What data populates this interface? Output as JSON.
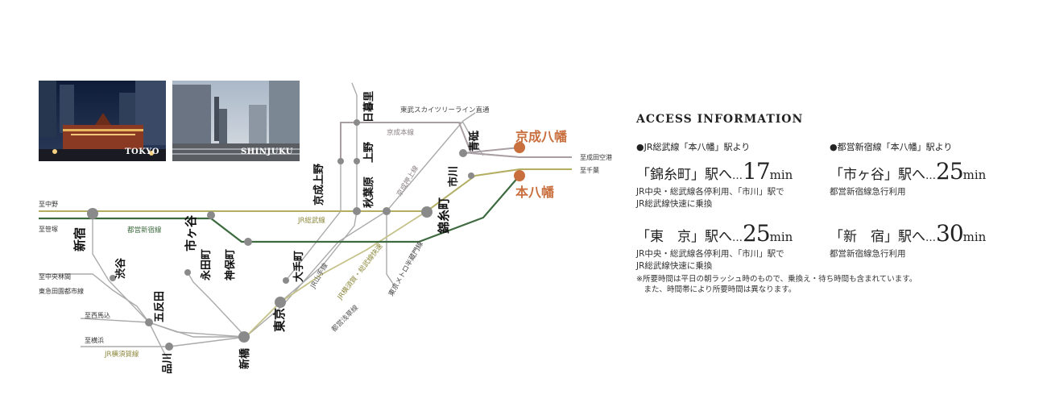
{
  "photos": {
    "tokyo": {
      "label": "TOKYO"
    },
    "shinjuku": {
      "label": "SHINJUKU"
    }
  },
  "stations": {
    "keisei_yawata": "京成八幡",
    "motoyawata": "本八幡",
    "aoto": "青砥",
    "nippori": "日暮里",
    "ueno": "上野",
    "keisei_ueno": "京成上野",
    "akihabara": "秋葉原",
    "ichikawa": "市川",
    "kinshicho": "錦糸町",
    "shinjuku": "新宿",
    "ichigaya": "市ヶ谷",
    "shibuya": "渋谷",
    "nagatacho": "永田町",
    "jimbocho": "神保町",
    "otemachi": "大手町",
    "gotanda": "五反田",
    "tokyo": "東京",
    "shinagawa": "品川",
    "shimbashi": "新橋"
  },
  "line_labels": {
    "tobu_skytree": "東武スカイツリーライン直通",
    "keisei_main": "京成本線",
    "keisei_oshiage": "京成押上線",
    "jr_sobu": "JR総武線",
    "toei_shinjuku": "都営新宿線",
    "jr_yamanote": "JR山手線",
    "jr_yokosuka_sobu_rapid": "JR横須賀・総武線快速",
    "tokyo_metro_hanzomon": "東京メトロ半蔵門線",
    "toei_asakusa": "都営浅草線",
    "jr_yokosuka": "JR横須賀線"
  },
  "destinations": {
    "narita_airport": "至成田空港",
    "chiba": "至千葉",
    "nakano": "至中野",
    "sasazuka": "至笹塚",
    "chuo_rinkan": "至中央林間",
    "tokyu_den_en_toshi": "東急田園都市線",
    "nishi_magome": "至西馬込",
    "yokohama": "至横浜"
  },
  "info": {
    "title": "ACCESS INFORMATION",
    "from_jr": "●JR総武線「本八幡」駅より",
    "from_toei": "●都営新宿線「本八幡」駅より",
    "routes": [
      {
        "station": "「錦糸町」駅へ",
        "dots": "…",
        "minutes": "17",
        "unit": "min",
        "detail1": "JR中央・総武線各停利用、「市川」駅で",
        "detail2": "JR総武線快速に乗換"
      },
      {
        "station": "「市ヶ谷」駅へ",
        "dots": "…",
        "minutes": "25",
        "unit": "min",
        "detail1": "都営新宿線急行利用",
        "detail2": ""
      },
      {
        "station": "「東　京」駅へ",
        "dots": "…",
        "minutes": "25",
        "unit": "min",
        "detail1": "JR中央・総武線各停利用、「市川」駅で",
        "detail2": "JR総武線快速に乗換"
      },
      {
        "station": "「新　宿」駅へ",
        "dots": "…",
        "minutes": "30",
        "unit": "min",
        "detail1": "都営新宿線急行利用",
        "detail2": ""
      }
    ],
    "note1": "※所要時間は平日の朝ラッシュ時のもので、乗換え・待ち時間も含まれています。",
    "note2": "　また、時間帯により所要時間は異なります。"
  },
  "colors": {
    "sobu": "#b3ae62",
    "toei_shinjuku": "#3d6b3f",
    "keisei": "#a99ea3",
    "gray": "#aaaaaa",
    "orange": "#c96f3e",
    "node": "#8a8a8a"
  }
}
